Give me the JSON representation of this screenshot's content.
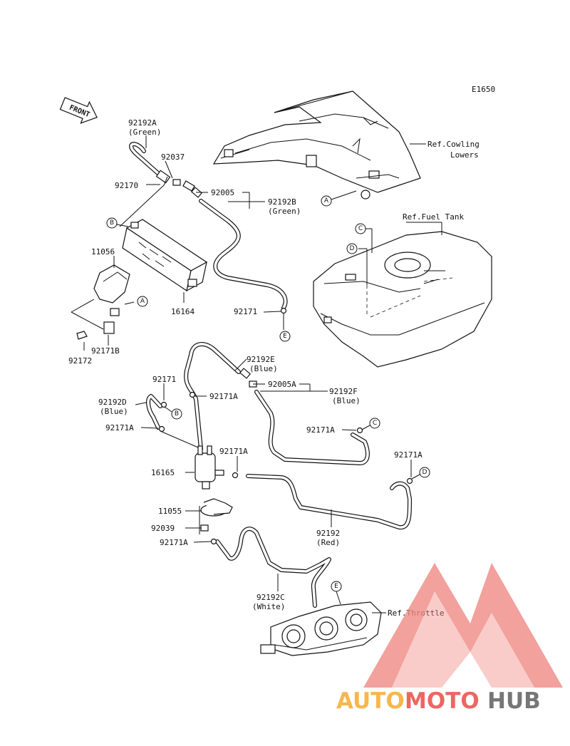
{
  "diagram_code": "E1650",
  "front_label": "FRONT",
  "parts": [
    {
      "id": "92192a",
      "number": "92192A",
      "note": "(Green)"
    },
    {
      "id": "92037",
      "number": "92037",
      "note": ""
    },
    {
      "id": "92170",
      "number": "92170",
      "note": ""
    },
    {
      "id": "92005",
      "number": "92005",
      "note": ""
    },
    {
      "id": "92192b",
      "number": "92192B",
      "note": "(Green)"
    },
    {
      "id": "11056",
      "number": "11056",
      "note": ""
    },
    {
      "id": "16164",
      "number": "16164",
      "note": ""
    },
    {
      "id": "92171-top",
      "number": "92171",
      "note": ""
    },
    {
      "id": "92172",
      "number": "92172",
      "note": ""
    },
    {
      "id": "92171b",
      "number": "92171B",
      "note": ""
    },
    {
      "id": "92192e",
      "number": "92192E",
      "note": "(Blue)"
    },
    {
      "id": "92005a",
      "number": "92005A",
      "note": ""
    },
    {
      "id": "92192f",
      "number": "92192F",
      "note": "(Blue)"
    },
    {
      "id": "92171-mid",
      "number": "92171",
      "note": ""
    },
    {
      "id": "92192d",
      "number": "92192D",
      "note": "(Blue)"
    },
    {
      "id": "92171a-1",
      "number": "92171A",
      "note": ""
    },
    {
      "id": "92171a-2",
      "number": "92171A",
      "note": ""
    },
    {
      "id": "92171a-3",
      "number": "92171A",
      "note": ""
    },
    {
      "id": "92171a-4",
      "number": "92171A",
      "note": ""
    },
    {
      "id": "92171a-5",
      "number": "92171A",
      "note": ""
    },
    {
      "id": "92171a-6",
      "number": "92171A",
      "note": ""
    },
    {
      "id": "16165",
      "number": "16165",
      "note": ""
    },
    {
      "id": "11055",
      "number": "11055",
      "note": ""
    },
    {
      "id": "92039",
      "number": "92039",
      "note": ""
    },
    {
      "id": "92192",
      "number": "92192",
      "note": "(Red)"
    },
    {
      "id": "92192c",
      "number": "92192C",
      "note": "(White)"
    }
  ],
  "references": {
    "cowling": [
      "Ref.Cowling",
      "Lowers"
    ],
    "fuel_tank": "Ref.Fuel Tank",
    "throttle": "Ref.Throttle"
  },
  "callouts": [
    "A",
    "A",
    "B",
    "B",
    "C",
    "C",
    "D",
    "D",
    "E",
    "E"
  ],
  "watermark": {
    "part1": "AUTO",
    "part2": "MOTO",
    "part3": "HUB"
  },
  "colors": {
    "watermark_orange": "#f5a623",
    "watermark_red": "#e8423c",
    "watermark_grey": "#555555",
    "watermark_triangle": "#f08a84"
  }
}
